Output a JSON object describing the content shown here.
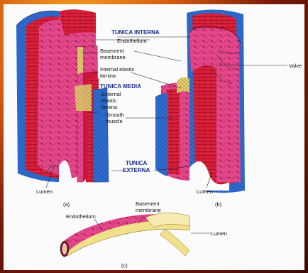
{
  "colors": {
    "background_gradient_core": "#f5a020",
    "background_gradient_edge": "#3a0a04",
    "panel": "#fbfbfb",
    "tunica_externa": "#2f6ccf",
    "tunica_media": "#d81f3a",
    "endothelium": "#e2478a",
    "basement_membrane": "#f2e08a",
    "header_text": "#1a2a8a"
  },
  "labels": {
    "tunica_interna": "TUNICA INTERNA",
    "endothelium": "Endothelium",
    "basement_membrane": "Basement membrane",
    "basement_membrane_l1": "Basement",
    "basement_membrane_l2": "membrane",
    "internal_elastic_lamina_l1": "Internal elastic",
    "internal_elastic_lamina_l2": "lamina",
    "tunica_media": "TUNICA MEDIA",
    "external_elastic_lamina_l1": "External",
    "external_elastic_lamina_l2": "elastic",
    "external_elastic_lamina_l3": "lamina",
    "smooth_muscle_l1": "Smooth",
    "smooth_muscle_l2": "muscle",
    "tunica_externa_l1": "TUNICA",
    "tunica_externa_l2": "EXTERNA",
    "valve": "Valve",
    "lumen": "Lumen",
    "panel_a": "(a)",
    "panel_b": "(b)",
    "panel_c": "(c)"
  }
}
